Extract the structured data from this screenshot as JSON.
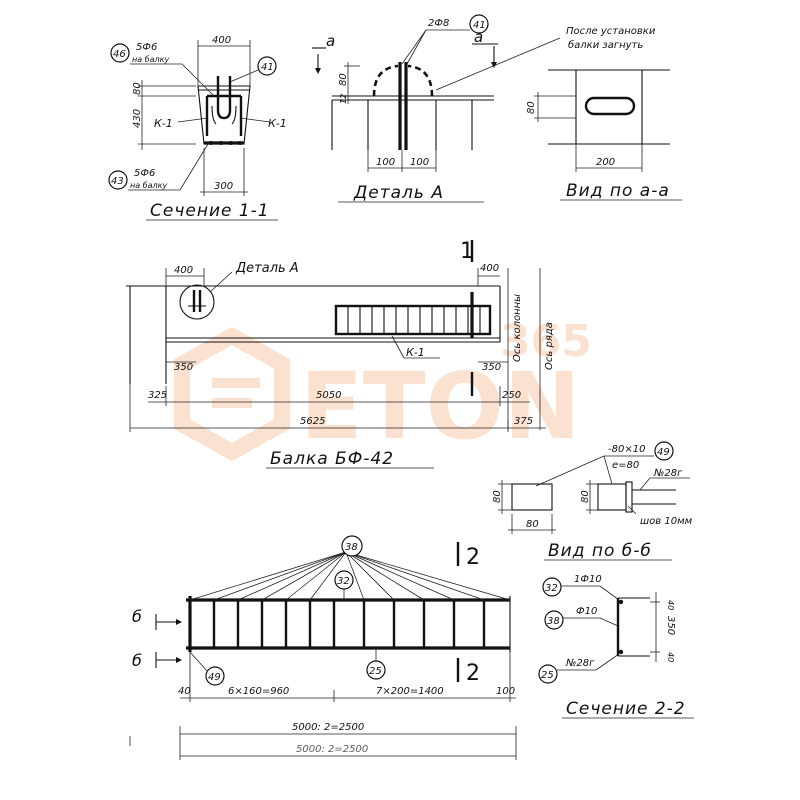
{
  "section11": {
    "title": "Сечение 1-1",
    "dim_top": "400",
    "dim_bottom": "300",
    "dim_left_a": "80",
    "dim_left_b": "430",
    "k_left": "К-1",
    "k_right": "К-1",
    "m46_num": "46",
    "m46_text1": "5Ф6",
    "m46_text2": "на балку",
    "m41_num": "41",
    "m43_num": "43",
    "m43_text1": "5Ф6",
    "m43_text2": "на балку"
  },
  "detailA": {
    "title": "Деталь А",
    "cut_a1": "а",
    "cut_a2": "а",
    "m41_num": "41",
    "m41_text": "2Ф8",
    "dim_80": "80",
    "dim_12": "12",
    "dim_100a": "100",
    "dim_100b": "100",
    "note1": "После установки",
    "note2": "балки загнуть"
  },
  "viewAA": {
    "title": "Вид по а-а",
    "dim_80": "80",
    "dim_200": "200"
  },
  "beam": {
    "title": "Балка БФ-42",
    "cut_label": "1",
    "detail_label": "Деталь А",
    "dim_400_left": "400",
    "dim_400_right": "400",
    "dim_350_left": "350",
    "dim_350_right": "350",
    "dim_325": "325",
    "dim_5050": "5050",
    "dim_250": "250",
    "dim_5625": "5625",
    "dim_375": "375",
    "k_label": "К-1",
    "axis_col": "Ось колонны",
    "axis_row": "Ось ряда"
  },
  "watermark": {
    "brand": "ETON",
    "number": "365"
  },
  "viewBB": {
    "title": "Вид по б-б",
    "plate": "-80×10",
    "e_text": "е=80",
    "m49_num": "49",
    "dim_80_left": "80",
    "dim_80_bottom": "80",
    "dim_80_right": "80",
    "channel": "№28г",
    "weld": "шов 10мм"
  },
  "frame": {
    "m38_num": "38",
    "m32_num": "32",
    "m25_num": "25",
    "m49_num": "49",
    "cut_b1": "б",
    "cut_b2": "б",
    "cut_2_top": "2",
    "cut_2_bottom": "2",
    "dim_40": "40",
    "dim_960": "6×160=960",
    "dim_1400": "7×200=1400",
    "dim_100": "100",
    "dim_2500": "5000: 2=2500",
    "dim_2500_dup": "5000: 2=2500"
  },
  "section22": {
    "title": "Сечение 2-2",
    "m32_num": "32",
    "m32_text": "1Ф10",
    "m38_num": "38",
    "m38_text": "Ф10",
    "m25_num": "25",
    "m25_text": "№28г",
    "dim_40a": "40",
    "dim_350": "350",
    "dim_40b": "40"
  }
}
